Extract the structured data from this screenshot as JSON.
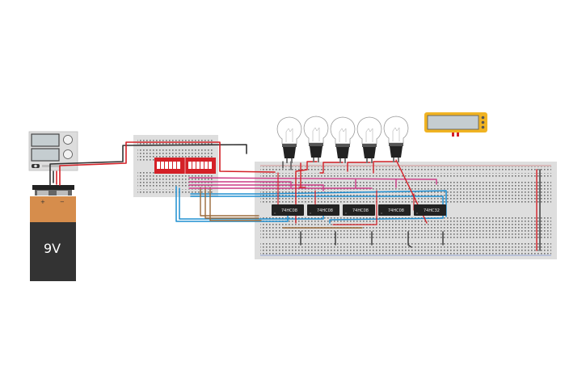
{
  "canvas": {
    "background": "#ffffff"
  },
  "battery": {
    "label": "9V",
    "plus": "+",
    "minus": "−",
    "body_color": "#333333",
    "cap_color": "#d68d4c"
  },
  "chips": [
    {
      "label": "74HC08"
    },
    {
      "label": "74HC08"
    },
    {
      "label": "74HC08"
    },
    {
      "label": "74HC08"
    },
    {
      "label": "74HC32"
    }
  ],
  "bulbs": [
    {
      "name": "bulb-1"
    },
    {
      "name": "bulb-2"
    },
    {
      "name": "bulb-3"
    },
    {
      "name": "bulb-4"
    },
    {
      "name": "bulb-5"
    }
  ],
  "multimeter": {
    "frame_color": "#f0b323"
  },
  "dip_switch": {
    "color": "#d42027",
    "switch_count": 8
  },
  "icons": {
    "power_supply": "power-supply-icon",
    "battery": "battery-icon",
    "bulb": "light-bulb-icon",
    "multimeter": "multimeter-icon",
    "dip_switch": "dip-switch-icon"
  },
  "colors": {
    "wire_red": "#d42027",
    "wire_black": "#333333",
    "wire_blue": "#1f8fd1",
    "wire_pink": "#cc3a86",
    "wire_brown": "#9a6a3a",
    "breadboard": "#dedede"
  }
}
